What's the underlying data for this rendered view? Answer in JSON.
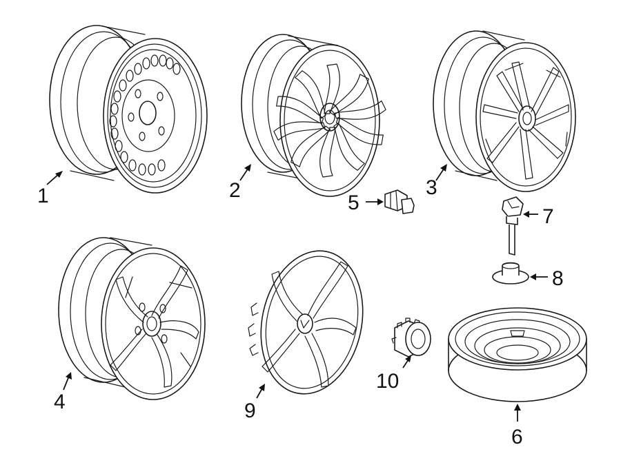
{
  "callouts": [
    {
      "id": "1",
      "text": "1"
    },
    {
      "id": "2",
      "text": "2"
    },
    {
      "id": "3",
      "text": "3"
    },
    {
      "id": "4",
      "text": "4"
    },
    {
      "id": "5",
      "text": "5"
    },
    {
      "id": "6",
      "text": "6"
    },
    {
      "id": "7",
      "text": "7"
    },
    {
      "id": "8",
      "text": "8"
    },
    {
      "id": "9",
      "text": "9"
    },
    {
      "id": "10",
      "text": "10"
    }
  ],
  "parts": {
    "1": "steel-wheel-icon",
    "2": "alloy-wheel-icon",
    "3": "alloy-wheel-icon",
    "4": "alloy-wheel-icon",
    "5": "lug-nut-icon",
    "6": "spare-wheel-icon",
    "7": "tpms-sensor-icon",
    "8": "center-cap-icon",
    "9": "wheel-cover-icon",
    "10": "center-cap-icon"
  },
  "colors": {
    "line": "#1a1a1a",
    "background": "#ffffff"
  }
}
